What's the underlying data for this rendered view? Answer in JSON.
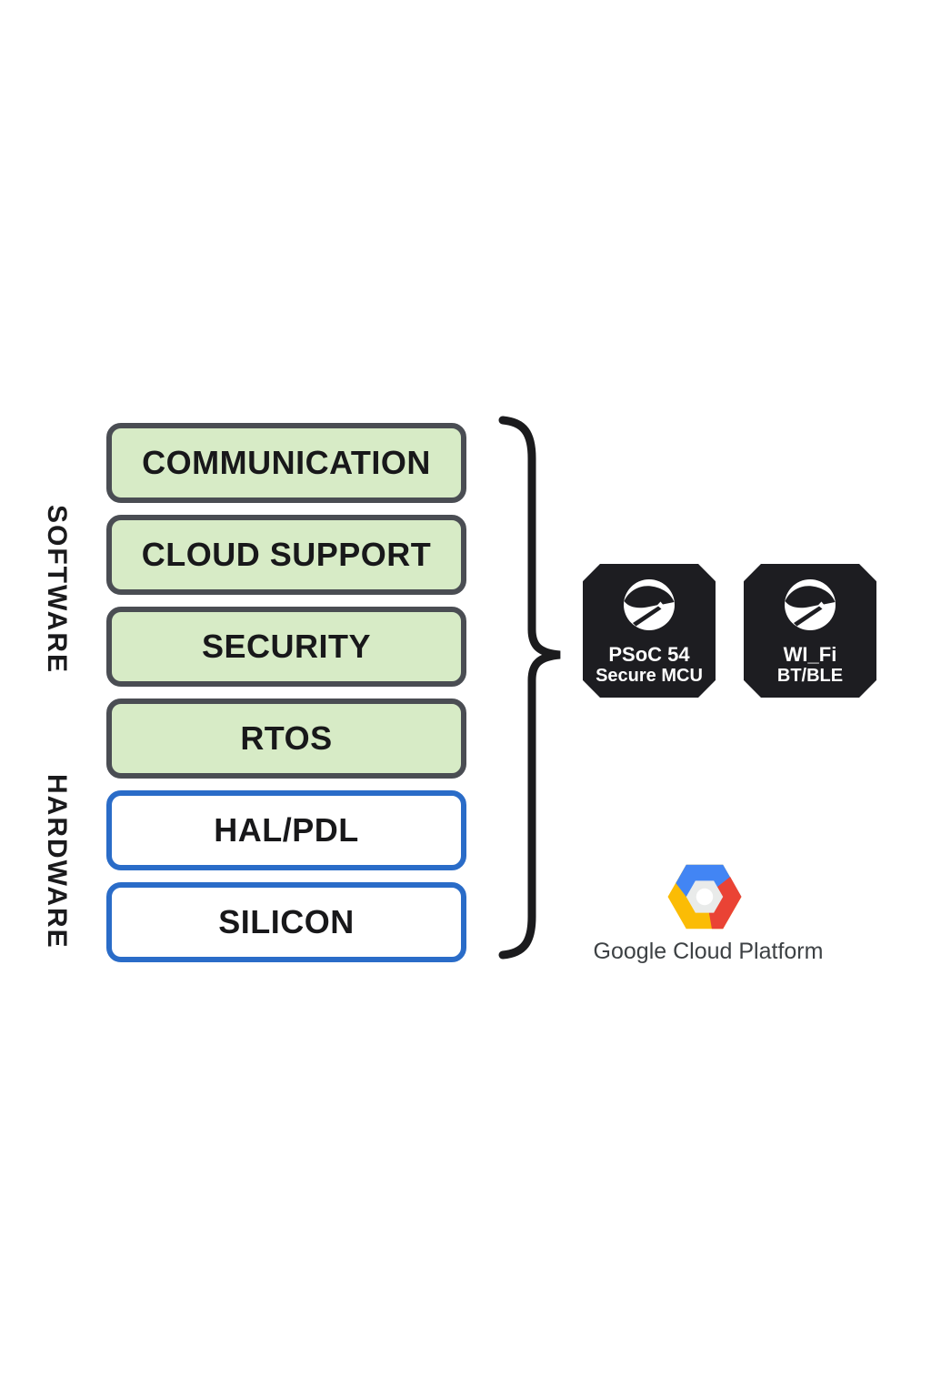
{
  "diagram": {
    "side_labels": {
      "software": "SOFTWARE",
      "hardware": "HARDWARE"
    },
    "stack_layers": [
      {
        "label": "COMMUNICATION",
        "category": "software"
      },
      {
        "label": "CLOUD SUPPORT",
        "category": "software"
      },
      {
        "label": "SECURITY",
        "category": "software"
      },
      {
        "label": "RTOS",
        "category": "software"
      },
      {
        "label": "HAL/PDL",
        "category": "hardware"
      },
      {
        "label": "SILICON",
        "category": "hardware"
      }
    ],
    "chips": [
      {
        "line1": "PSoC 54",
        "line2": "Secure MCU",
        "icon": "cypress-swoosh-circle-icon"
      },
      {
        "line1": "WI_Fi",
        "line2": "BT/BLE",
        "icon": "cypress-swoosh-circle-icon"
      }
    ],
    "gcp": {
      "wordmark": "Google Cloud Platform",
      "icon": "gcp-hexagon-icon"
    },
    "icons": {
      "brace": "right-pointing-curly-brace"
    },
    "colors": {
      "software_layer_fill": "#d7ebc6",
      "software_layer_border": "#4a4d53",
      "hardware_layer_fill": "#ffffff",
      "hardware_layer_border": "#2a6cc8",
      "chip_background": "#1d1d21",
      "chip_text": "#ffffff",
      "brace_stroke": "#1b1b1d",
      "label_text": "#1a1a1c",
      "gcp_blue": "#4285F4",
      "gcp_red": "#EA4335",
      "gcp_yellow": "#FBBC05",
      "gcp_inner_gray": "#e9ebea",
      "gcp_wordmark_gray": "#3d4144"
    }
  }
}
